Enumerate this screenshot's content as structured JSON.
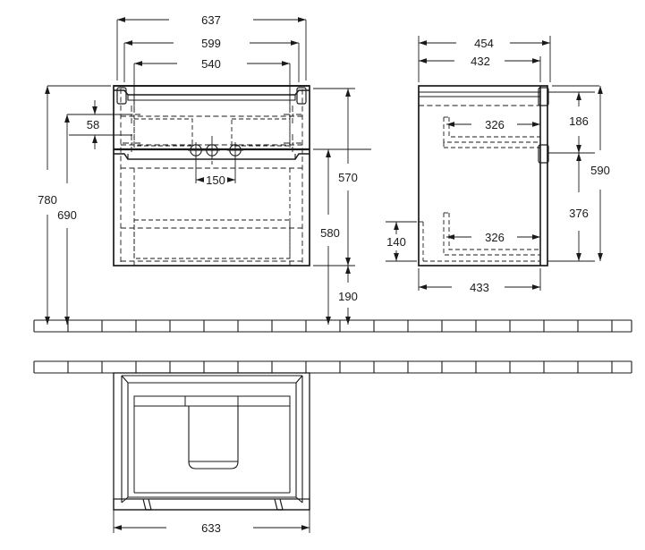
{
  "drawing": {
    "type": "technical-dimensional-drawing",
    "subject": "wall-mounted bathroom vanity unit with two drawers",
    "units": "mm",
    "line_color": "#1a1a1a",
    "background_color": "#ffffff",
    "text_color": "#1a1a1a"
  },
  "views": {
    "front": {
      "name": "front-elevation",
      "dimensions": {
        "overall_width": "637",
        "carcass_width": "599",
        "inner_width": "540",
        "tap_hole_spacing": "150",
        "top_offset": "58",
        "total_height": "780",
        "mount_height": "690",
        "unit_height_upper": "570",
        "unit_height_lower": "580",
        "floor_clearance": "190"
      }
    },
    "side": {
      "name": "side-elevation",
      "dimensions": {
        "overall_depth": "454",
        "carcass_depth": "432",
        "base_depth": "433",
        "drawer_depth_upper": "326",
        "drawer_depth_lower": "326",
        "upper_drawer_height": "186",
        "lower_drawer_height": "376",
        "total_height": "590",
        "toe_height": "140"
      }
    },
    "bottom": {
      "name": "bottom-plan-view",
      "dimensions": {
        "width": "633"
      }
    }
  },
  "dimension_labels": [
    {
      "id": "d637",
      "text": "637",
      "view": "front"
    },
    {
      "id": "d599",
      "text": "599",
      "view": "front"
    },
    {
      "id": "d540",
      "text": "540",
      "view": "front"
    },
    {
      "id": "d58",
      "text": "58",
      "view": "front"
    },
    {
      "id": "d150",
      "text": "150",
      "view": "front"
    },
    {
      "id": "d780",
      "text": "780",
      "view": "front"
    },
    {
      "id": "d690",
      "text": "690",
      "view": "front"
    },
    {
      "id": "d570",
      "text": "570",
      "view": "front"
    },
    {
      "id": "d580",
      "text": "580",
      "view": "front"
    },
    {
      "id": "d190",
      "text": "190",
      "view": "front"
    },
    {
      "id": "d454",
      "text": "454",
      "view": "side"
    },
    {
      "id": "d432",
      "text": "432",
      "view": "side"
    },
    {
      "id": "d326a",
      "text": "326",
      "view": "side"
    },
    {
      "id": "d326b",
      "text": "326",
      "view": "side"
    },
    {
      "id": "d186",
      "text": "186",
      "view": "side"
    },
    {
      "id": "d590",
      "text": "590",
      "view": "side"
    },
    {
      "id": "d376",
      "text": "376",
      "view": "side"
    },
    {
      "id": "d140",
      "text": "140",
      "view": "side"
    },
    {
      "id": "d433",
      "text": "433",
      "view": "side"
    },
    {
      "id": "d633",
      "text": "633",
      "view": "bottom"
    }
  ]
}
